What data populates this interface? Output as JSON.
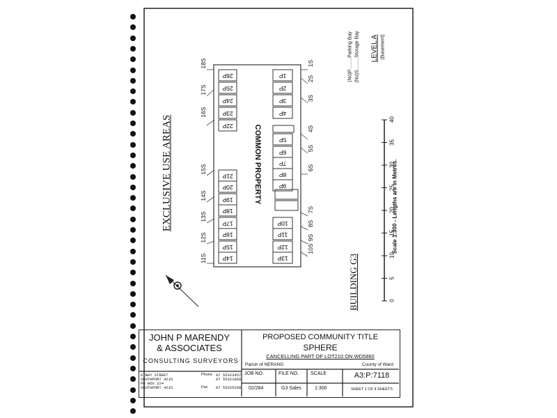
{
  "plan": {
    "title_exclusive": "EXCLUSIVE USE AREAS",
    "common_property": "COMMON PROPERTY",
    "building": "BUILDING G3",
    "scale_note": "Scale 1:300 - Lengths are in Metres.",
    "scale_ticks": [
      "0",
      "5",
      "10",
      "15",
      "20",
      "25",
      "30",
      "35",
      "40"
    ],
    "level": "LEVEL A",
    "level_sub": "(Basement)",
    "legend_parking": "(No)P.........Parking Bay",
    "legend_storage": "(No)S.........Storage Bay",
    "left_bays": [
      "26P",
      "25P",
      "24P",
      "23P",
      "22P",
      "21P",
      "20P",
      "19P",
      "18P",
      "17P",
      "16P",
      "15P",
      "14P"
    ],
    "right_bays": [
      "1P",
      "2P",
      "3P",
      "4P",
      "5P",
      "6P",
      "7P",
      "8P",
      "9P",
      "10P",
      "11P",
      "12P",
      "13P"
    ],
    "left_storage": [
      "18S",
      "17S",
      "16S",
      "15S",
      "14S",
      "13S",
      "12S",
      "11S"
    ],
    "right_storage": [
      "1S",
      "2S",
      "3S",
      "4S",
      "5S",
      "6S",
      "7S",
      "8S",
      "9S",
      "10S"
    ]
  },
  "title_block": {
    "firm_line1": "JOHN P MARENDY",
    "firm_line2": "& ASSOCIATES",
    "firm_sub": "CONSULTING SURVEYORS",
    "addr1": "6 BAY STREET",
    "addr2": "SOUTHPORT 4215",
    "addr3": "PO BOX 224",
    "addr4": "SOUTHPORT 4215",
    "phone_label": "Phone",
    "phone1": "07 55323457",
    "phone2": "07 55321860",
    "fax_label": "Fax",
    "fax": "07 55325268",
    "proposal_line1": "PROPOSED COMMUNITY TITLE",
    "proposal_line2": "SPHERE",
    "cancelling": "CANCELLING PART OF LOT210 ON WD5860",
    "parish": "Parish of NERANG",
    "county": "County of Ward",
    "job_label": "JOB NO.",
    "job_value": "02/284",
    "file_label": "FILE NO.",
    "file_value": "G3 Sales",
    "scale_label": "SCALE",
    "scale_value": "1:300",
    "plan_no": "A3:P:7118",
    "sheet": "SHEET 1 OF 4 SHEETS"
  }
}
